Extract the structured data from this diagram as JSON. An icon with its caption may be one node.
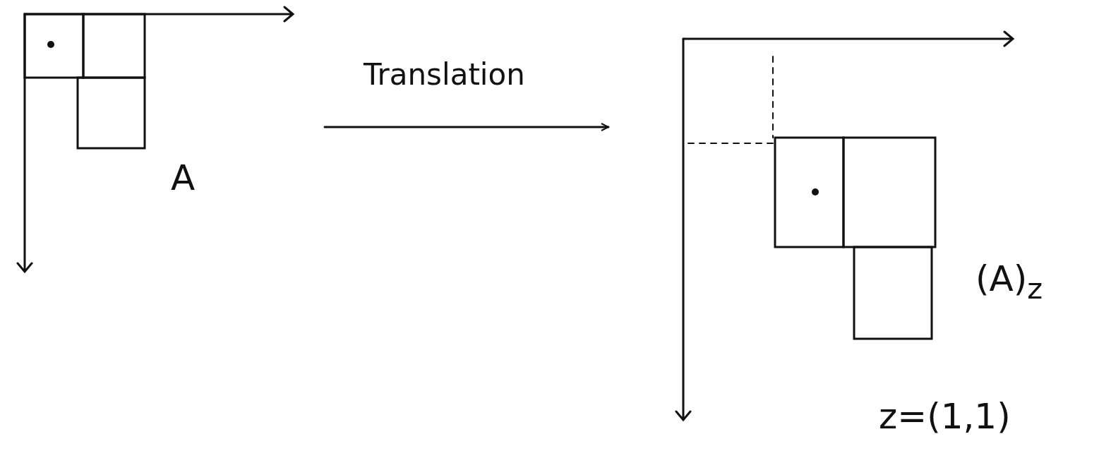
{
  "diagram": {
    "nodes": [
      {
        "text": [
          "A"
        ]
      },
      {
        "text": [
          "(A)$_{z}$"
        ]
      }
    ],
    "edges": [
      {
        "from": 0,
        "to": 1,
        "arrow": "to",
        "label": "Translation"
      }
    ],
    "labels": [
      "z=(1,1)"
    ]
  }
}
